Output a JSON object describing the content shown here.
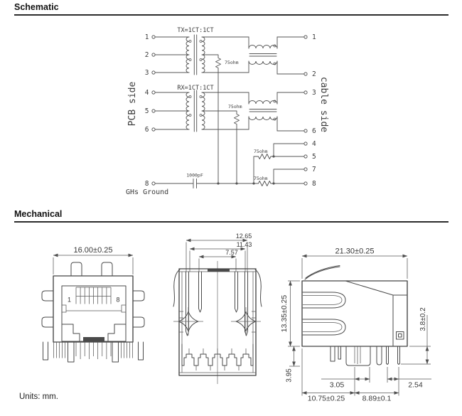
{
  "page": {
    "section1_title": "Schematic",
    "section2_title": "Mechanical",
    "units_note": "Units: mm."
  },
  "schematic": {
    "tx_label": "TX=1CT:1CT",
    "rx_label": "RX=1CT:1CT",
    "pcb_side_label": "PCB side",
    "cable_side_label": "cable side",
    "ground_label": "GHs Ground",
    "capacitor_value": "1000pF",
    "resistor_value": "75ohm",
    "pcb_pins": {
      "p1": "1",
      "p2": "2",
      "p3": "3",
      "p4": "4",
      "p5": "5",
      "p6": "6",
      "p8": "8"
    },
    "cable_pins": {
      "c1": "1",
      "c2": "2",
      "c3": "3",
      "c6": "6",
      "c4": "4",
      "c5": "5",
      "c7": "7",
      "c8": "8"
    }
  },
  "mechanical": {
    "front_view": {
      "width_dim": "16.00±0.25",
      "pin_first": "1",
      "pin_last": "8"
    },
    "bottom_view": {
      "dim_outer": "12.65",
      "dim_mid": "11.43",
      "dim_inner": "7.57"
    },
    "side_view": {
      "depth_dim": "21.30±0.25",
      "height_dim": "13.35±0.25",
      "pin_below_dim": "3.8±0.2",
      "standoff_dim": "3.95",
      "post_dim": "3.05",
      "pitch_dim": "2.54",
      "front_to_post_dim": "10.75±0.25",
      "post_to_pin_dim": "8.89±0.1"
    }
  }
}
